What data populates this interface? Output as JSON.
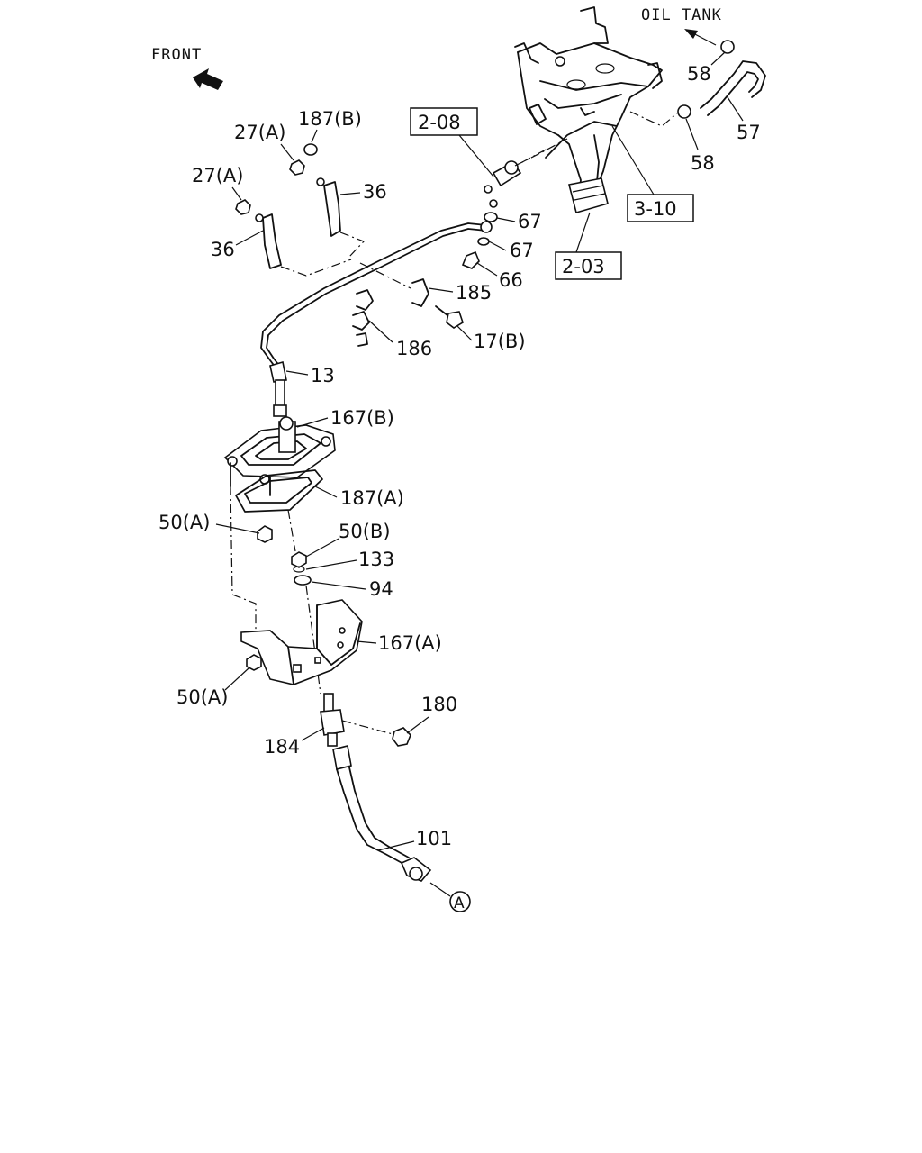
{
  "labels": {
    "front": "FRONT",
    "oil_tank": "OIL TANK",
    "p58a": "58",
    "p58b": "58",
    "p57": "57",
    "ref_208": "2-08",
    "ref_310": "3-10",
    "ref_203": "2-03",
    "p27a_1": "27(A)",
    "p27a_2": "27(A)",
    "p187b": "187(B)",
    "p36a": "36",
    "p36b": "36",
    "p67a": "67",
    "p67b": "67",
    "p66": "66",
    "p185": "185",
    "p186": "186",
    "p17b": "17(B)",
    "p13": "13",
    "p167b": "167(B)",
    "p187a": "187(A)",
    "p50a_1": "50(A)",
    "p50b": "50(B)",
    "p133": "133",
    "p94": "94",
    "p167a": "167(A)",
    "p50a_2": "50(A)",
    "p180": "180",
    "p184": "184",
    "p101": "101",
    "ref_a": "A"
  },
  "colors": {
    "ink": "#111111",
    "paper": "#ffffff"
  }
}
